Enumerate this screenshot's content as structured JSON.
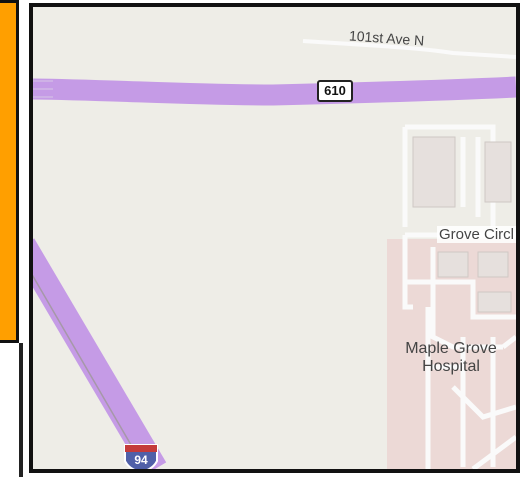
{
  "map": {
    "streets": {
      "ave101": "101st Ave N",
      "grove_circle": "Grove Circl"
    },
    "poi": {
      "hospital_line1": "Maple Grove",
      "hospital_line2": "Hospital"
    },
    "shields": {
      "route610": "610",
      "interstate94": "94"
    },
    "colors": {
      "highway": "#c59be6",
      "land": "#eeede7",
      "hospital_area": "#ecd9d6",
      "panel": "#ff9f00"
    },
    "icons": [
      "route-610-shield-icon",
      "interstate-94-shield-icon"
    ]
  }
}
